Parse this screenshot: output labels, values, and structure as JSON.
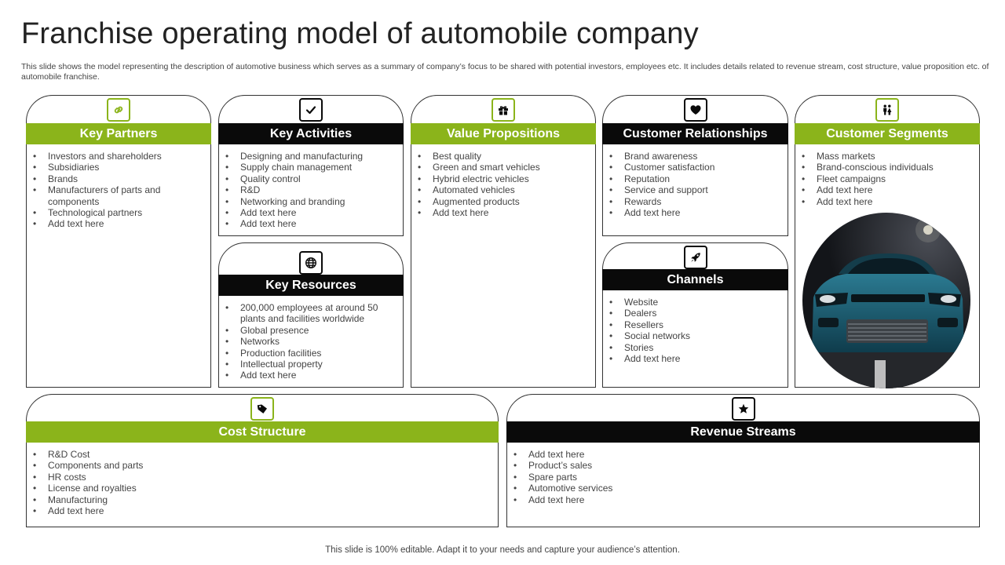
{
  "title": "Franchise operating model of automobile company",
  "subtitle": "This slide shows the model representing the description of automotive business which serves as a summary of company’s focus to be shared with potential investors, employees etc. It includes details related to revenue stream, cost structure, value proposition etc. of automobile franchise.",
  "colors": {
    "accent_green": "#8bb41b",
    "header_black": "#0a0a0a",
    "border": "#333333"
  },
  "blocks": {
    "key_partners": {
      "title": "Key Partners",
      "icon": "link-icon",
      "items": [
        "Investors and shareholders",
        "Subsidiaries",
        "Brands",
        "Manufacturers of parts and components",
        "Technological partners",
        "Add text here"
      ]
    },
    "key_activities": {
      "title": "Key Activities",
      "icon": "checkmark-icon",
      "items": [
        "Designing and manufacturing",
        "Supply chain management",
        "Quality control",
        "R&D",
        "Networking and branding",
        "Add text here",
        "Add text here"
      ]
    },
    "key_resources": {
      "title": "Key Resources",
      "icon": "globe-icon",
      "items": [
        "200,000 employees at around 50 plants and facilities worldwide",
        "Global presence",
        "Networks",
        "Production facilities",
        "Intellectual property",
        "Add text here"
      ]
    },
    "value_propositions": {
      "title": "Value Propositions",
      "icon": "gift-icon",
      "items": [
        "Best quality",
        "Green and smart vehicles",
        "Hybrid electric vehicles",
        "Automated vehicles",
        "Augmented products",
        "Add text here"
      ]
    },
    "customer_relationships": {
      "title": "Customer Relationships",
      "icon": "heart-icon",
      "items": [
        "Brand awareness",
        "Customer satisfaction",
        "Reputation",
        "Service and support",
        "Rewards",
        "Add text here"
      ]
    },
    "channels": {
      "title": "Channels",
      "icon": "rocket-icon",
      "items": [
        "Website",
        "Dealers",
        "Resellers",
        "Social networks",
        "Stories",
        "Add text here"
      ]
    },
    "customer_segments": {
      "title": "Customer Segments",
      "icon": "people-icon",
      "items": [
        "Mass markets",
        "Brand-conscious individuals",
        "Fleet campaigns",
        "Add text here",
        "Add text here"
      ]
    },
    "cost_structure": {
      "title": "Cost Structure",
      "icon": "tag-icon",
      "items": [
        "R&D Cost",
        "Components and parts",
        "HR costs",
        "License and royalties",
        "Manufacturing",
        "Add text here"
      ]
    },
    "revenue_streams": {
      "title": "Revenue Streams",
      "icon": "star-icon",
      "items": [
        "Add text here",
        "Product’s sales",
        "Spare parts",
        "Automotive services",
        "Add text here"
      ]
    }
  },
  "footer": "This slide is 100% editable. Adapt it to your needs and capture your audience’s attention."
}
